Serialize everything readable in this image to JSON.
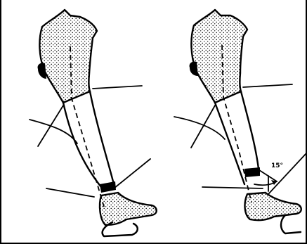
{
  "figure": {
    "panels": [
      {
        "id": "left-leg",
        "angle_label": ""
      },
      {
        "id": "right-leg",
        "angle_label": "15°"
      }
    ],
    "colors": {
      "ink": "#000000",
      "paper": "#ffffff"
    }
  }
}
